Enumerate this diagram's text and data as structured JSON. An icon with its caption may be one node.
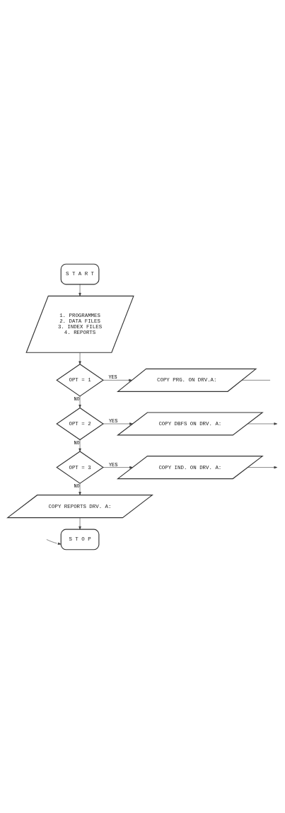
{
  "diagram": {
    "nodes": [
      {
        "text": [
          "S T A R T"
        ]
      },
      {
        "text": [
          "1. PROGRAMMES",
          "2. DATA FILES",
          "3. INDEX FILES",
          "4. REPORTS"
        ]
      },
      {
        "text": [
          "OPT = 1"
        ]
      },
      {
        "text": [
          "COPY PRG. ON DRV.A:"
        ]
      },
      {
        "text": [
          "OPT = 2"
        ]
      },
      {
        "text": [
          "COPY DBFS ON DRV. A:"
        ]
      },
      {
        "text": [
          "OPT = 3"
        ]
      },
      {
        "text": [
          "COPY IND. ON DRV. A:"
        ]
      },
      {
        "text": [
          "COPY REPORTS DRV. A:"
        ]
      },
      {
        "text": [
          "S T O P"
        ]
      }
    ],
    "edges": [
      {
        "from": 0,
        "to": 1,
        "arrow": "to"
      },
      {
        "from": 1,
        "to": 2,
        "arrow": "to"
      },
      {
        "from": 2,
        "to": 3,
        "label": "YES",
        "arrow": "to"
      },
      {
        "from": 2,
        "to": 4,
        "label": "NO",
        "arrow": "to"
      },
      {
        "from": 3,
        "to": null,
        "arrow": "none"
      },
      {
        "from": 4,
        "to": 5,
        "label": "YES",
        "arrow": "to"
      },
      {
        "from": 4,
        "to": 6,
        "label": "NO",
        "arrow": "to"
      },
      {
        "from": 5,
        "to": null,
        "arrow": "to"
      },
      {
        "from": 6,
        "to": 7,
        "label": "YES",
        "arrow": "to"
      },
      {
        "from": 6,
        "to": 8,
        "label": "NO",
        "arrow": "to"
      },
      {
        "from": 7,
        "to": null,
        "arrow": "to"
      },
      {
        "from": 8,
        "to": 9,
        "arrow": "to"
      },
      {
        "from": null,
        "to": 9,
        "arrow": "to"
      }
    ]
  }
}
